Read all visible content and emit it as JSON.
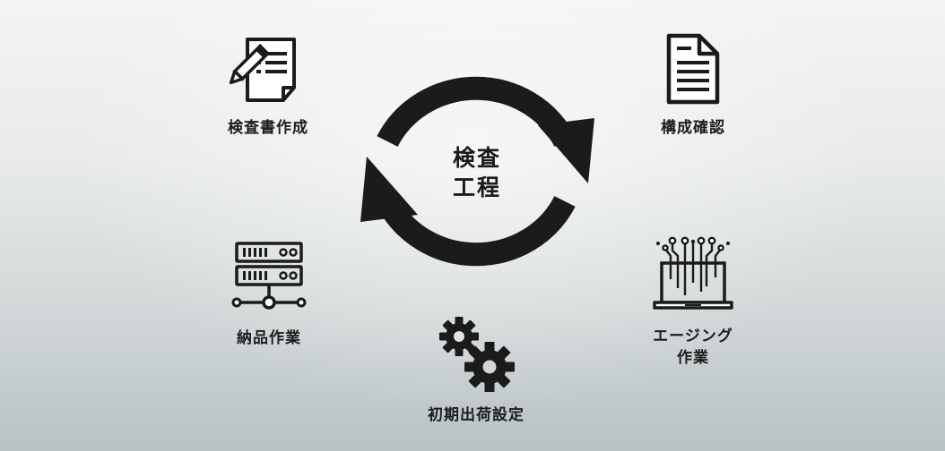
{
  "center": {
    "line1": "検査",
    "line2": "工程"
  },
  "steps": {
    "inspection_doc": {
      "label": "検査書作成",
      "icon": "document-pen-icon"
    },
    "config_check": {
      "label": "構成確認",
      "icon": "document-icon"
    },
    "aging": {
      "line1": "エージング",
      "line2": "作業",
      "icon": "laptop-circuit-icon"
    },
    "initial_setup": {
      "label": "初期出荷設定",
      "icon": "gears-icon"
    },
    "delivery": {
      "label": "納品作業",
      "icon": "server-icon"
    }
  },
  "colors": {
    "ink": "#1b1b1b",
    "background_top": "#f3f4f4",
    "background_bottom": "#b8c2c4"
  }
}
